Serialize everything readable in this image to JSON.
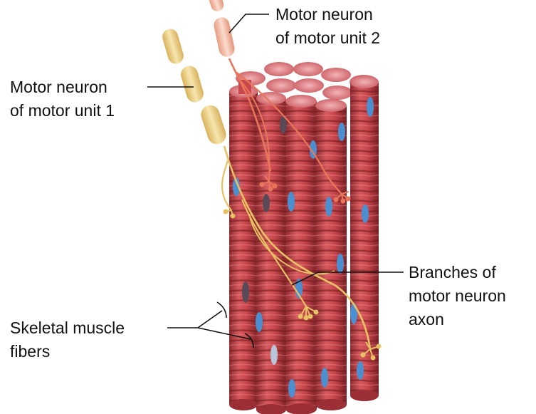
{
  "labels": {
    "motor_unit_2": {
      "line1": "Motor neuron",
      "line2": "of motor unit 2"
    },
    "motor_unit_1": {
      "line1": "Motor neuron",
      "line2": "of motor unit 1"
    },
    "branches": {
      "line1": "Branches of",
      "line2": "motor neuron",
      "line3": "axon"
    },
    "skeletal": {
      "line1": "Skeletal muscle",
      "line2": "fibers"
    }
  },
  "colors": {
    "fiber_base": "#c9474c",
    "fiber_light": "#e07a7c",
    "fiber_dark": "#8e2a30",
    "fiber_top": "#e89aa0",
    "nucleus": "#4b8fd0",
    "nucleus_dark": "#5a4a58",
    "neuron_unit_1": "#e7c163",
    "neuron_unit_1_sheath": "#f4e0a6",
    "neuron_unit_2": "#f0825e",
    "neuron_unit_2_sheath": "#f7c9b4"
  }
}
